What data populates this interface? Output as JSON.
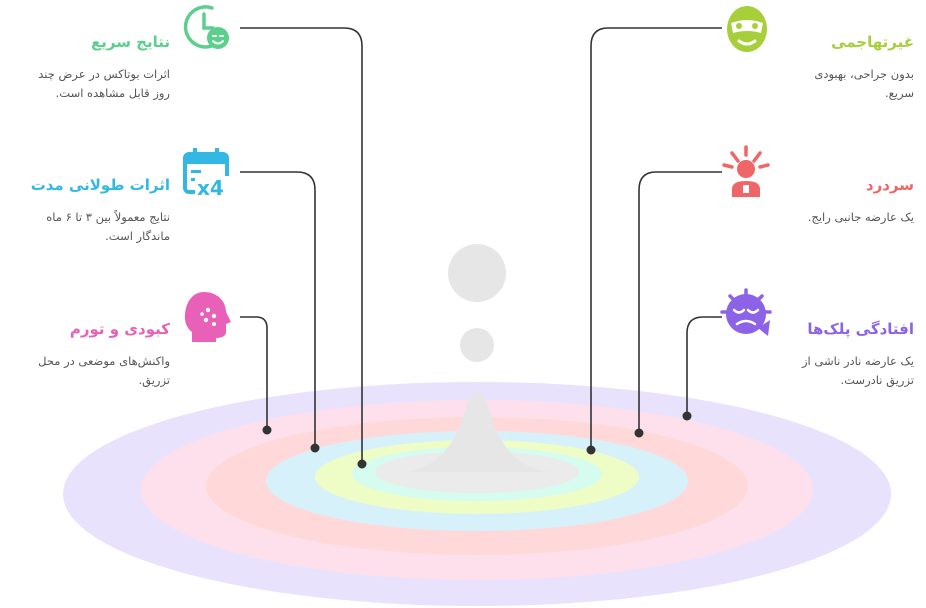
{
  "items": [
    {
      "title": "نتایج سریع",
      "desc": "اثرات بوتاکس در عرض چند روز قابل مشاهده است.",
      "color": "#5ccf8d",
      "icon": "clock-smile-icon"
    },
    {
      "title": "اثرات طولانی مدت",
      "desc": "نتایج معمولاً بین ۳ تا ۶ ماه ماندگار است.",
      "color": "#33b8e3",
      "icon": "calendar-x4-icon"
    },
    {
      "title": "کبودی و تورم",
      "desc": "واکنش‌های موضعی در محل تزریق.",
      "color": "#e860b8",
      "icon": "face-dots-icon"
    },
    {
      "title": "غیرتهاجمی",
      "desc": "بدون جراحی، بهبودی سریع.",
      "color": "#a6cf3a",
      "icon": "mask-face-icon"
    },
    {
      "title": "سردرد",
      "desc": "یک عارضه جانبی رایج.",
      "color": "#f06565",
      "icon": "headache-icon"
    },
    {
      "title": "افتادگی پلک‌ها",
      "desc": "یک عارضه نادر ناشی از تزریق نادرست.",
      "color": "#8c63e6",
      "icon": "droopy-face-icon"
    }
  ],
  "rings": [
    "#e9e2fd",
    "#fde0ec",
    "#ffd9d9",
    "#d7f1fb",
    "#eefcc6",
    "#d6fbef",
    "#ebebeb"
  ]
}
